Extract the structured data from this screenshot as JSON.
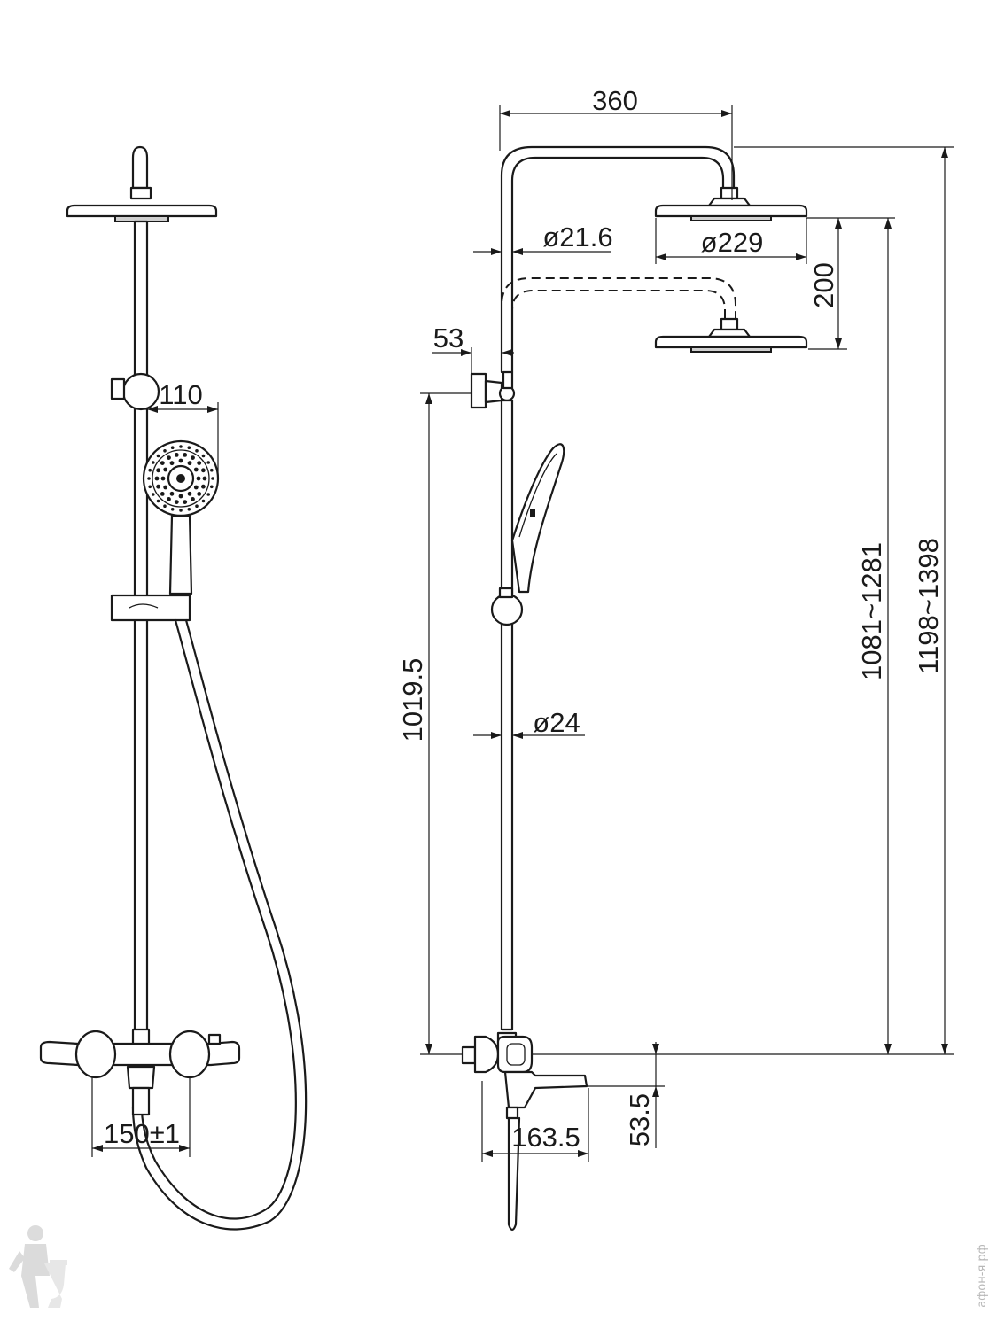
{
  "dimensions": {
    "arm_reach": "360",
    "arm_pipe_diameter": "ø21.6",
    "head_diameter": "ø229",
    "height_adjust": "200",
    "bracket_offset": "53",
    "handshower_width": "110",
    "mixer_to_bracket": "1019.5",
    "rod_diameter": "ø24",
    "head_height_range": "1081~1281",
    "total_height_range": "1198~1398",
    "spout_drop": "53.5",
    "spout_reach": "163.5",
    "inlet_spacing": "150±1"
  },
  "watermark": {
    "text": "афон-я.рф"
  },
  "colors": {
    "line": "#1a1a1a",
    "paper": "#ffffff"
  }
}
